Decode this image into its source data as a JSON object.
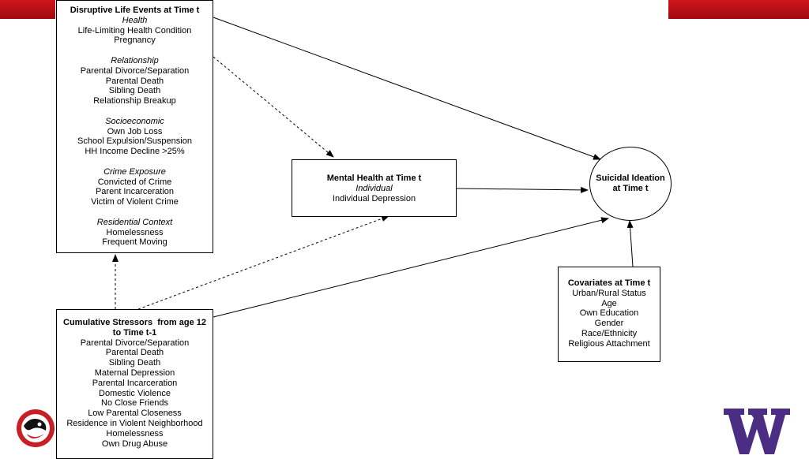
{
  "colors": {
    "header_bar": "#c8141b",
    "uw_purple": "#4b2e83",
    "logo_red": "#c61f26"
  },
  "icons": {
    "left_logo": "red-black-circular-emblem-icon",
    "right_logo": "uw-w-logo-icon"
  },
  "disruptive": {
    "title": "Disruptive Life Events at Time t",
    "groups": [
      {
        "category": "Health",
        "items": [
          "Life-Limiting Health Condition",
          "Pregnancy"
        ]
      },
      {
        "category": "Relationship",
        "items": [
          "Parental Divorce/Separation",
          "Parental Death",
          "Sibling Death",
          "Relationship Breakup"
        ]
      },
      {
        "category": "Socioeconomic",
        "items": [
          "Own Job Loss",
          "School Expulsion/Suspension",
          "HH Income Decline >25%"
        ]
      },
      {
        "category": "Crime Exposure",
        "items": [
          "Convicted of Crime",
          "Parent Incarceration",
          "Victim of Violent Crime"
        ]
      },
      {
        "category": "Residential Context",
        "items": [
          "Homelessness",
          "Frequent Moving"
        ]
      }
    ]
  },
  "mental": {
    "title": "Mental Health at Time t",
    "category": "Individual",
    "item": "Individual Depression"
  },
  "suicidal": {
    "line1": "Suicidal Ideation",
    "line2": "at Time t"
  },
  "covariates": {
    "title": "Covariates at Time t",
    "items": [
      "Urban/Rural Status",
      "Age",
      "Own Education",
      "Gender",
      "Race/Ethnicity",
      "Religious Attachment"
    ]
  },
  "cumulative": {
    "title_line1": "Cumulative Stressors  from age 12",
    "title_line2": "to Time t-1",
    "items": [
      "Parental Divorce/Separation",
      "Parental Death",
      "Sibling Death",
      "Maternal Depression",
      "Parental Incarceration",
      "Domestic Violence",
      "No Close Friends",
      "Low Parental Closeness",
      "Residence in Violent Neighborhood",
      "Homelessness",
      "Own Drug Abuse"
    ]
  }
}
